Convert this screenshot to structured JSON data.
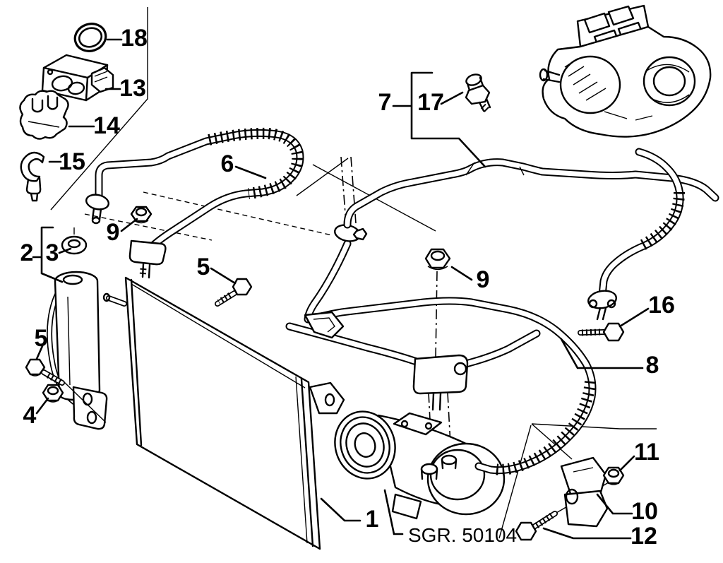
{
  "drawing": {
    "code_label": "SGR. 50104",
    "background_color": "#ffffff",
    "line_color": "#000000",
    "kind": "exploded-parts-diagram"
  },
  "callouts": [
    {
      "label": "1",
      "depicts": "condenser"
    },
    {
      "label": "2",
      "depicts": "receiver-drier-assembly"
    },
    {
      "label": "3",
      "depicts": "grommet"
    },
    {
      "label": "4",
      "depicts": "nut"
    },
    {
      "label": "5",
      "depicts": "bolt"
    },
    {
      "label": "5",
      "depicts": "bolt"
    },
    {
      "label": "6",
      "depicts": "flexible-hose"
    },
    {
      "label": "7",
      "depicts": "pipe-assembly"
    },
    {
      "label": "8",
      "depicts": "pipe"
    },
    {
      "label": "9",
      "depicts": "nut"
    },
    {
      "label": "9",
      "depicts": "nut"
    },
    {
      "label": "10",
      "depicts": "bracket"
    },
    {
      "label": "11",
      "depicts": "nut"
    },
    {
      "label": "12",
      "depicts": "bolt"
    },
    {
      "label": "13",
      "depicts": "expansion-valve-block"
    },
    {
      "label": "14",
      "depicts": "clamp"
    },
    {
      "label": "15",
      "depicts": "clip"
    },
    {
      "label": "16",
      "depicts": "bolt"
    },
    {
      "label": "17",
      "depicts": "pressure-switch"
    },
    {
      "label": "18",
      "depicts": "o-ring-seal"
    }
  ]
}
